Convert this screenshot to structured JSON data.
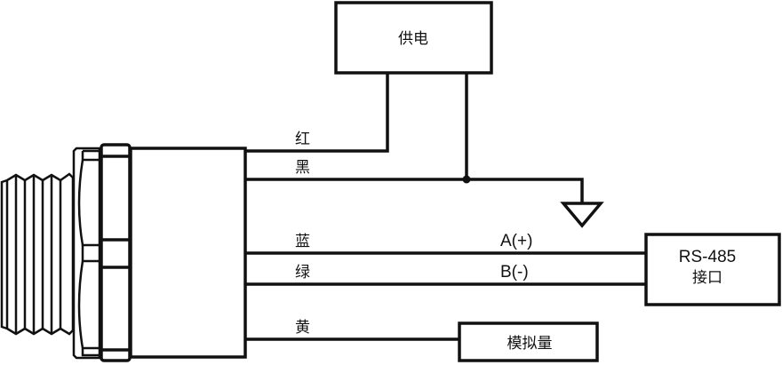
{
  "boxes": {
    "power": "供电",
    "rs485_line1": "RS-485",
    "rs485_line2": "接口",
    "analog": "模拟量"
  },
  "wires": {
    "red": "红",
    "black": "黑",
    "blue": "蓝",
    "green": "绿",
    "yellow": "黄"
  },
  "signals": {
    "a": "A(+)",
    "b": "B(-)"
  }
}
